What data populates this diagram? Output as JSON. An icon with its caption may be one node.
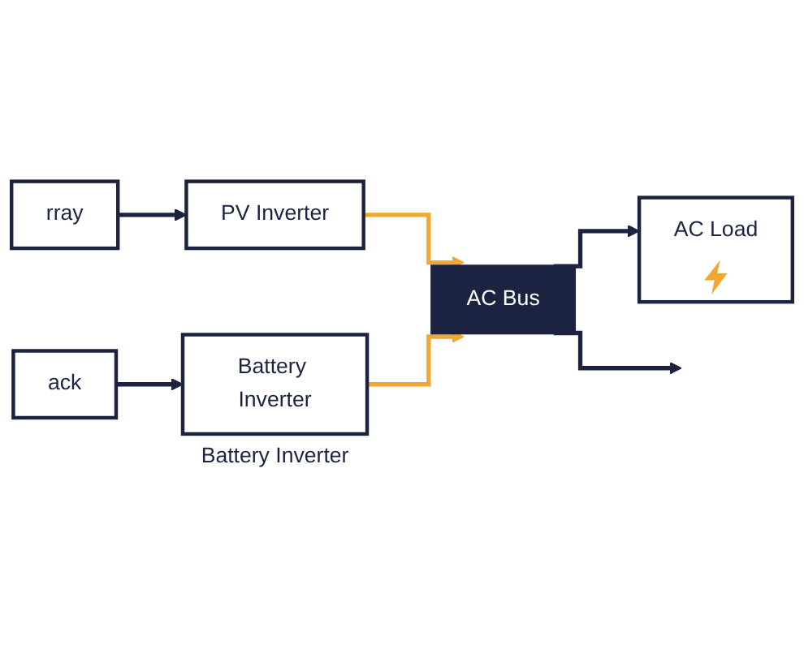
{
  "diagram": {
    "nodes": [
      {
        "text": [
          "rray"
        ]
      },
      {
        "text": [
          "PV Inverter"
        ]
      },
      {
        "text": [
          "AC Bus"
        ]
      },
      {
        "text": [
          "AC Load"
        ]
      },
      {
        "text": [
          "ack"
        ]
      },
      {
        "text": [
          "Battery Inverter"
        ],
        "beside": [
          "Battery Inverter"
        ]
      }
    ],
    "edges": [
      {
        "from": 0,
        "to": 1,
        "arrow": "to"
      },
      {
        "from": 1,
        "to": 2,
        "arrow": "to",
        "color": "#f0a830"
      },
      {
        "from": 2,
        "to": 3,
        "arrow": "to"
      },
      {
        "from": 2,
        "to": null,
        "arrow": "to"
      },
      {
        "from": 4,
        "to": 5,
        "arrow": "to"
      },
      {
        "from": 5,
        "to": 2,
        "arrow": "to",
        "color": "#f0a830"
      }
    ]
  }
}
